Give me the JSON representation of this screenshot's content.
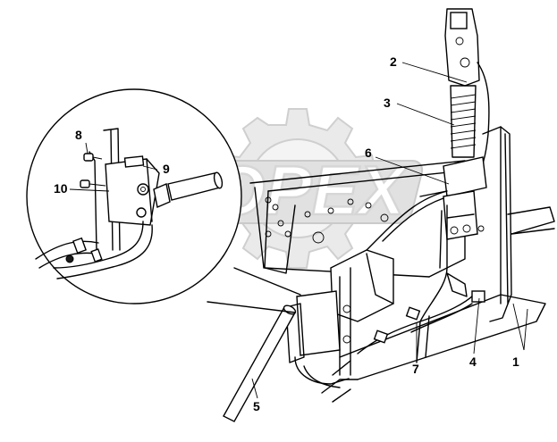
{
  "watermark": {
    "text": "OPEX"
  },
  "callouts": [
    {
      "id": "1",
      "label": "1"
    },
    {
      "id": "2",
      "label": "2"
    },
    {
      "id": "3",
      "label": "3"
    },
    {
      "id": "4",
      "label": "4"
    },
    {
      "id": "5",
      "label": "5"
    },
    {
      "id": "6",
      "label": "6"
    },
    {
      "id": "7",
      "label": "7"
    },
    {
      "id": "8",
      "label": "8"
    },
    {
      "id": "9",
      "label": "9"
    },
    {
      "id": "10",
      "label": "10"
    }
  ]
}
